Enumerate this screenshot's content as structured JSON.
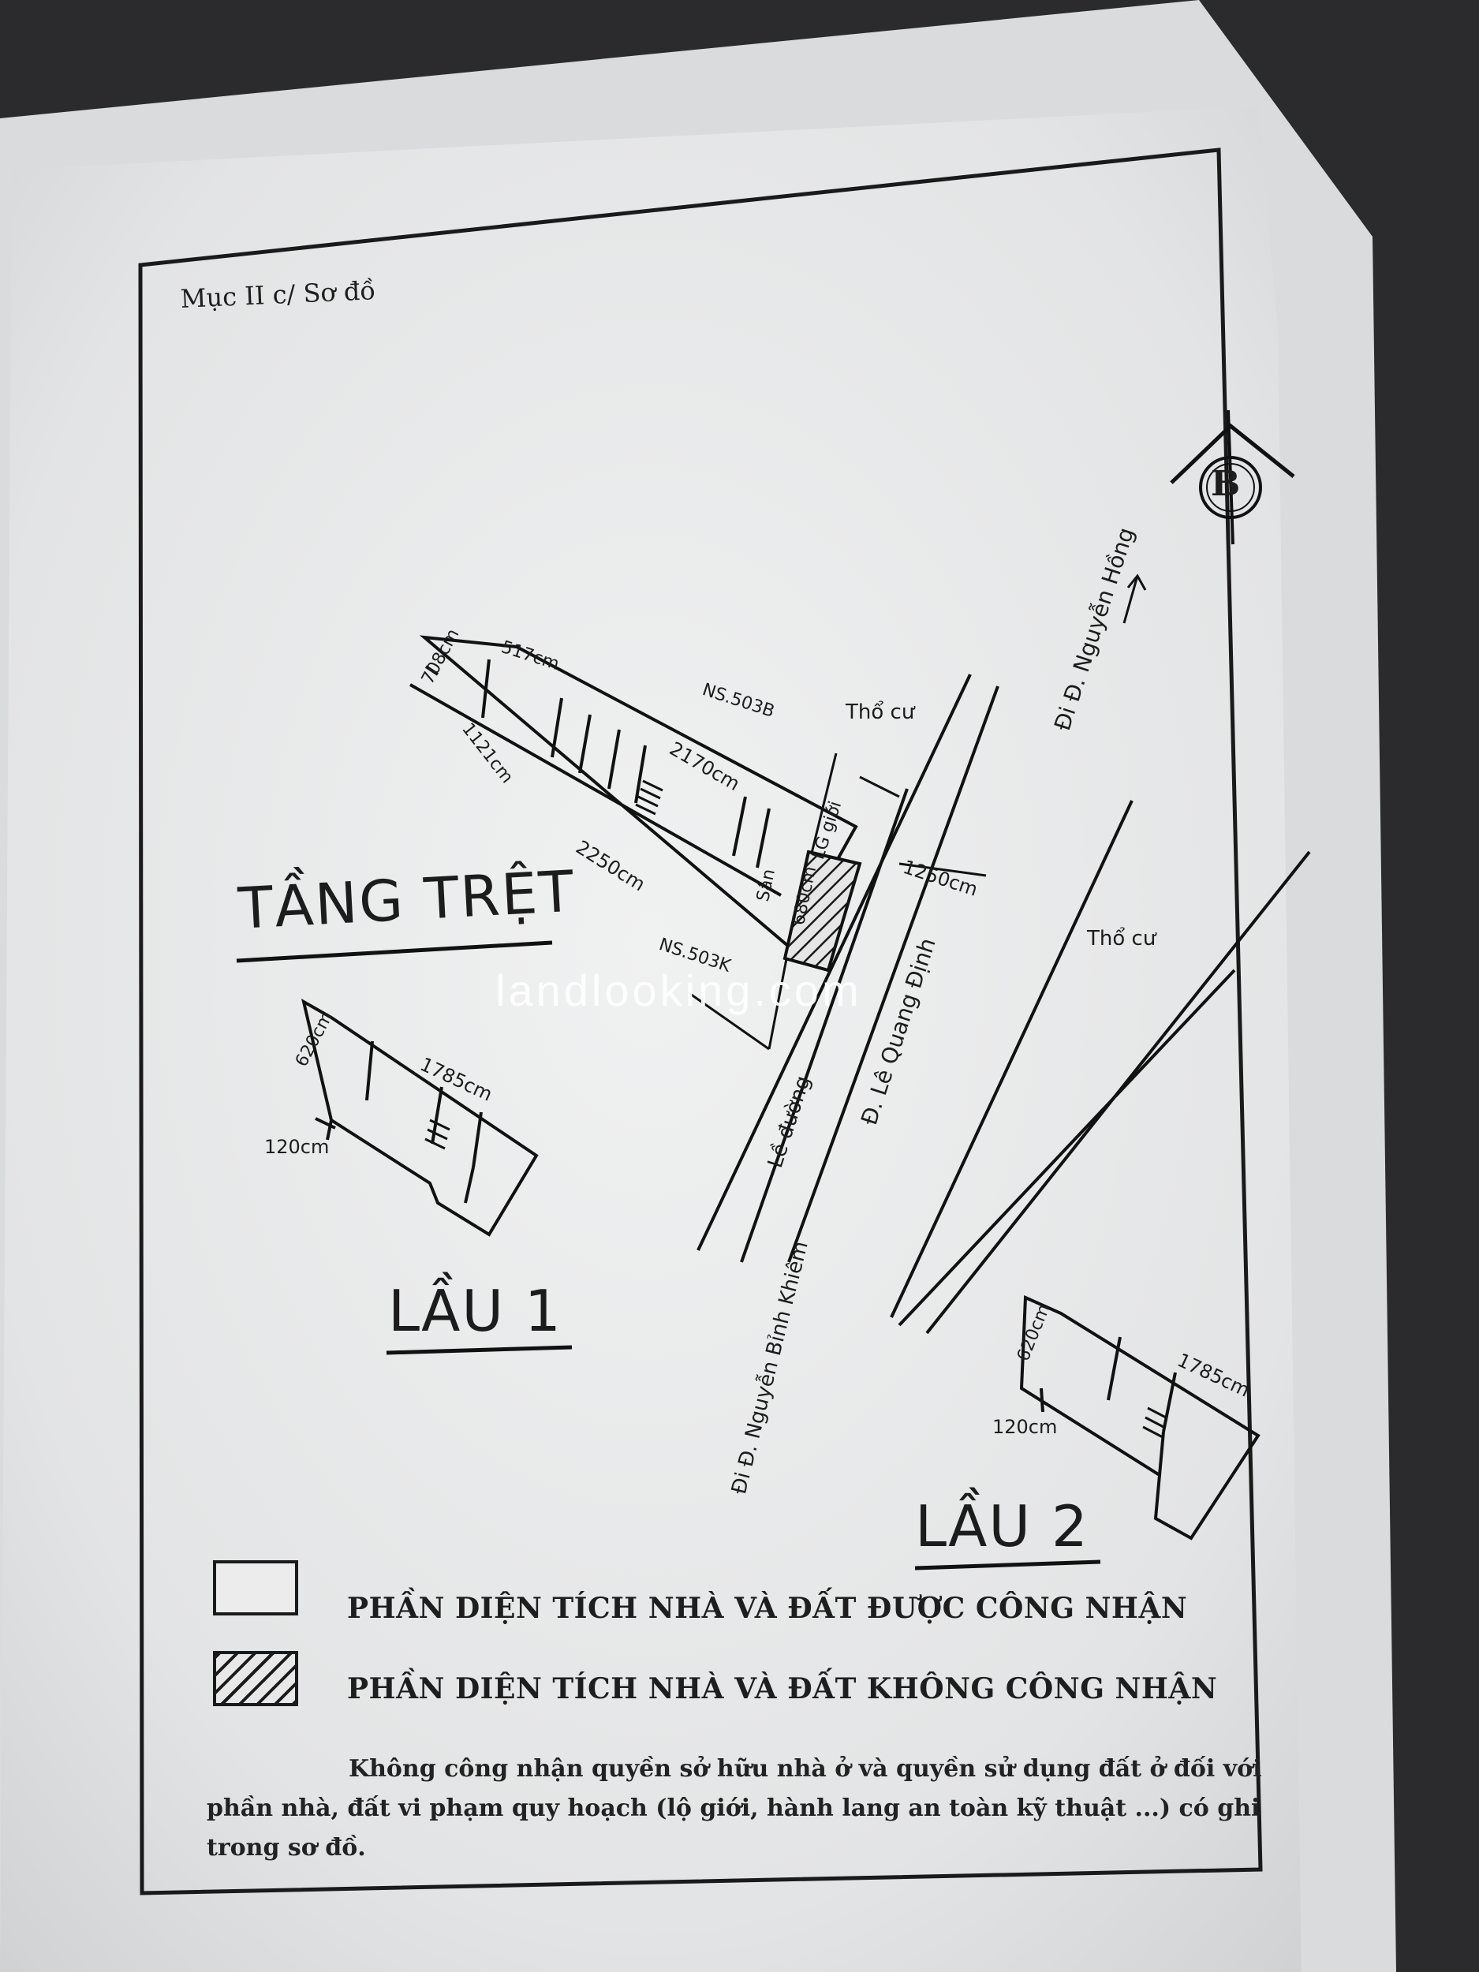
{
  "document": {
    "section_title": "Mục II c/ Sơ đồ",
    "watermark": "landlooking.com",
    "north_symbol": "B"
  },
  "floors": {
    "ground": "TẦNG TRỆT",
    "floor1": "LẦU 1",
    "floor2": "LẦU 2"
  },
  "ground_dims": {
    "d708": "708cm",
    "d517": "517cm",
    "d1121": "1121cm",
    "d2170": "2170cm",
    "d2250": "2250cm",
    "d680": "680cm",
    "d1250": "1250cm",
    "san": "Sân",
    "ns503b": "NS.503B",
    "ns503k": "NS.503K"
  },
  "floor1_dims": {
    "d620": "620cm",
    "d1785": "1785cm",
    "d120": "120cm"
  },
  "floor2_dims": {
    "d620": "620cm",
    "d1785": "1785cm",
    "d120": "120cm"
  },
  "streets": {
    "to_nguyen_hong": "Đi Đ. Nguyễn Hồng",
    "le_quang_dinh": "Đ. Lê Quang Định",
    "to_nguyen_binh_khiem": "Đi Đ. Nguyễn Bỉnh Khiêm",
    "road_edge": "Lề đường",
    "setback": "LG giới",
    "tho_cu_top": "Thổ cư",
    "tho_cu_right": "Thổ cư"
  },
  "legend": {
    "recognized": "PHẦN DIỆN TÍCH NHÀ VÀ ĐẤT ĐƯỢC CÔNG NHẬN",
    "not_recognized": "PHẦN DIỆN TÍCH NHÀ VÀ ĐẤT KHÔNG CÔNG NHẬN"
  },
  "note": "Không công nhận quyền sở hữu nhà ở và quyền sử dụng đất ở đối với phần nhà, đất vi phạm quy hoạch (lộ giới, hành lang an toàn kỹ thuật ...) có ghi trong sơ đồ."
}
